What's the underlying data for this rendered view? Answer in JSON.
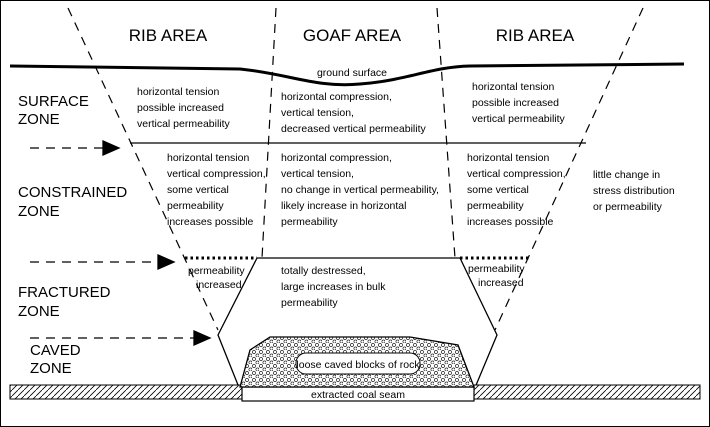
{
  "headers": {
    "rib_left": "RIB AREA",
    "goaf": "GOAF AREA",
    "rib_right": "RIB AREA"
  },
  "ground_surface": "ground surface",
  "zones": {
    "surface": [
      "SURFACE",
      "ZONE"
    ],
    "constrained": [
      "CONSTRAINED",
      "ZONE"
    ],
    "fractured": [
      "FRACTURED",
      "ZONE"
    ],
    "caved": [
      "CAVED",
      "ZONE"
    ]
  },
  "surface_notes": {
    "left": [
      "horizontal tension",
      "possible increased",
      "vertical permeability"
    ],
    "center": [
      "horizontal compression,",
      "vertical tension,",
      "decreased vertical permeability"
    ],
    "right": [
      "horizontal tension",
      "possible increased",
      "vertical permeability"
    ]
  },
  "constrained_notes": {
    "left": [
      "horizontal tension",
      "vertical compression,",
      "some vertical",
      "permeability",
      "increases possible"
    ],
    "center": [
      "horizontal compression,",
      "vertical tension,",
      "no change in vertical permeability,",
      "likely increase in horizontal",
      "permeability"
    ],
    "right": [
      "horizontal tension",
      "vertical compression,",
      "some vertical",
      "permeability",
      "increases possible"
    ],
    "outside": [
      "little change in",
      "stress distribution",
      "or permeability"
    ]
  },
  "fractured_notes": {
    "left": [
      "permeability",
      "increased"
    ],
    "center": [
      "totally destressed,",
      "large increases in bulk",
      "permeability"
    ],
    "right": [
      "permeability",
      "increased"
    ]
  },
  "caved_label": "loose caved blocks of rock",
  "seam_label": "extracted coal seam"
}
